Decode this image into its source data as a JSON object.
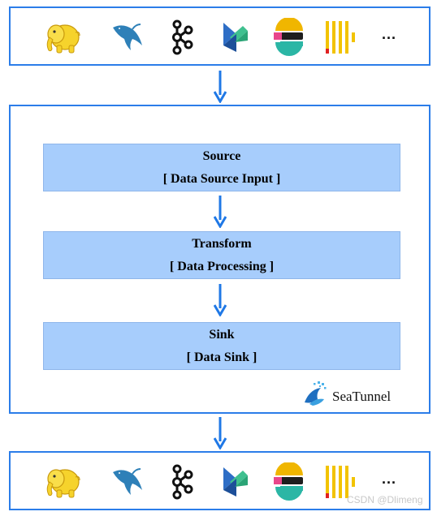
{
  "sources_row": {
    "logos": [
      "hadoop-elephant-icon",
      "mysql-dolphin-icon",
      "kafka-icon",
      "pulsar-like-icon",
      "elasticsearch-icon",
      "clickhouse-icon"
    ],
    "more": "..."
  },
  "pipeline": {
    "source": {
      "title": "Source",
      "subtitle": "[ Data Source Input ]"
    },
    "transform": {
      "title": "Transform",
      "subtitle": "[ Data Processing ]"
    },
    "sink": {
      "title": "Sink",
      "subtitle": "[ Data Sink ]"
    },
    "brand": "SeaTunnel"
  },
  "sinks_row": {
    "logos": [
      "hadoop-elephant-icon",
      "mysql-dolphin-icon",
      "kafka-icon",
      "pulsar-like-icon",
      "elasticsearch-icon",
      "clickhouse-icon"
    ],
    "more": "..."
  },
  "watermark": "CSDN @Dlimeng",
  "colors": {
    "frame": "#2b7de9",
    "stage_fill": "#a7cdfc",
    "arrow": "#1f78e6"
  }
}
